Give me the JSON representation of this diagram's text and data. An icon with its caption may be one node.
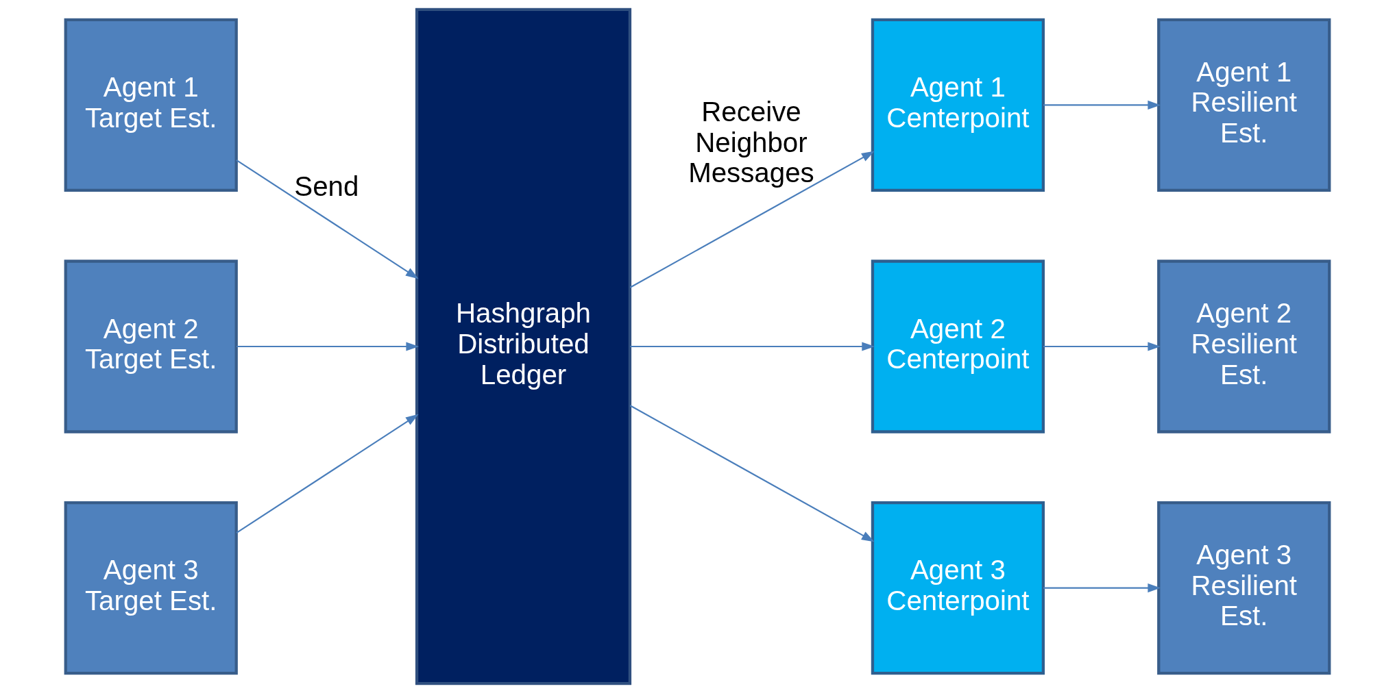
{
  "diagram": {
    "nodes": [
      {
        "text": [
          "Agent 1 Target Est."
        ]
      },
      {
        "text": [
          "Agent 2 Target Est."
        ]
      },
      {
        "text": [
          "Agent 3 Target Est."
        ]
      },
      {
        "text": [
          "Hashgraph Distributed Ledger"
        ]
      },
      {
        "text": [
          "Agent 1 Centerpoint"
        ]
      },
      {
        "text": [
          "Agent 2 Centerpoint"
        ]
      },
      {
        "text": [
          "Agent 3 Centerpoint"
        ]
      },
      {
        "text": [
          "Agent 1 Resilient Est."
        ]
      },
      {
        "text": [
          "Agent 2 Resilient Est."
        ]
      },
      {
        "text": [
          "Agent 3 Resilient Est."
        ]
      }
    ],
    "edges": [
      {
        "from": 0,
        "to": 3,
        "arrow": "to",
        "label": "Send"
      },
      {
        "from": 1,
        "to": 3,
        "arrow": "to"
      },
      {
        "from": 2,
        "to": 3,
        "arrow": "to"
      },
      {
        "from": 3,
        "to": 4,
        "arrow": "to",
        "label": "Receive Neighbor Messages"
      },
      {
        "from": 3,
        "to": 5,
        "arrow": "to"
      },
      {
        "from": 3,
        "to": 6,
        "arrow": "to"
      },
      {
        "from": 4,
        "to": 7,
        "arrow": "to"
      },
      {
        "from": 5,
        "to": 8,
        "arrow": "to"
      },
      {
        "from": 6,
        "to": 9,
        "arrow": "to"
      }
    ]
  }
}
